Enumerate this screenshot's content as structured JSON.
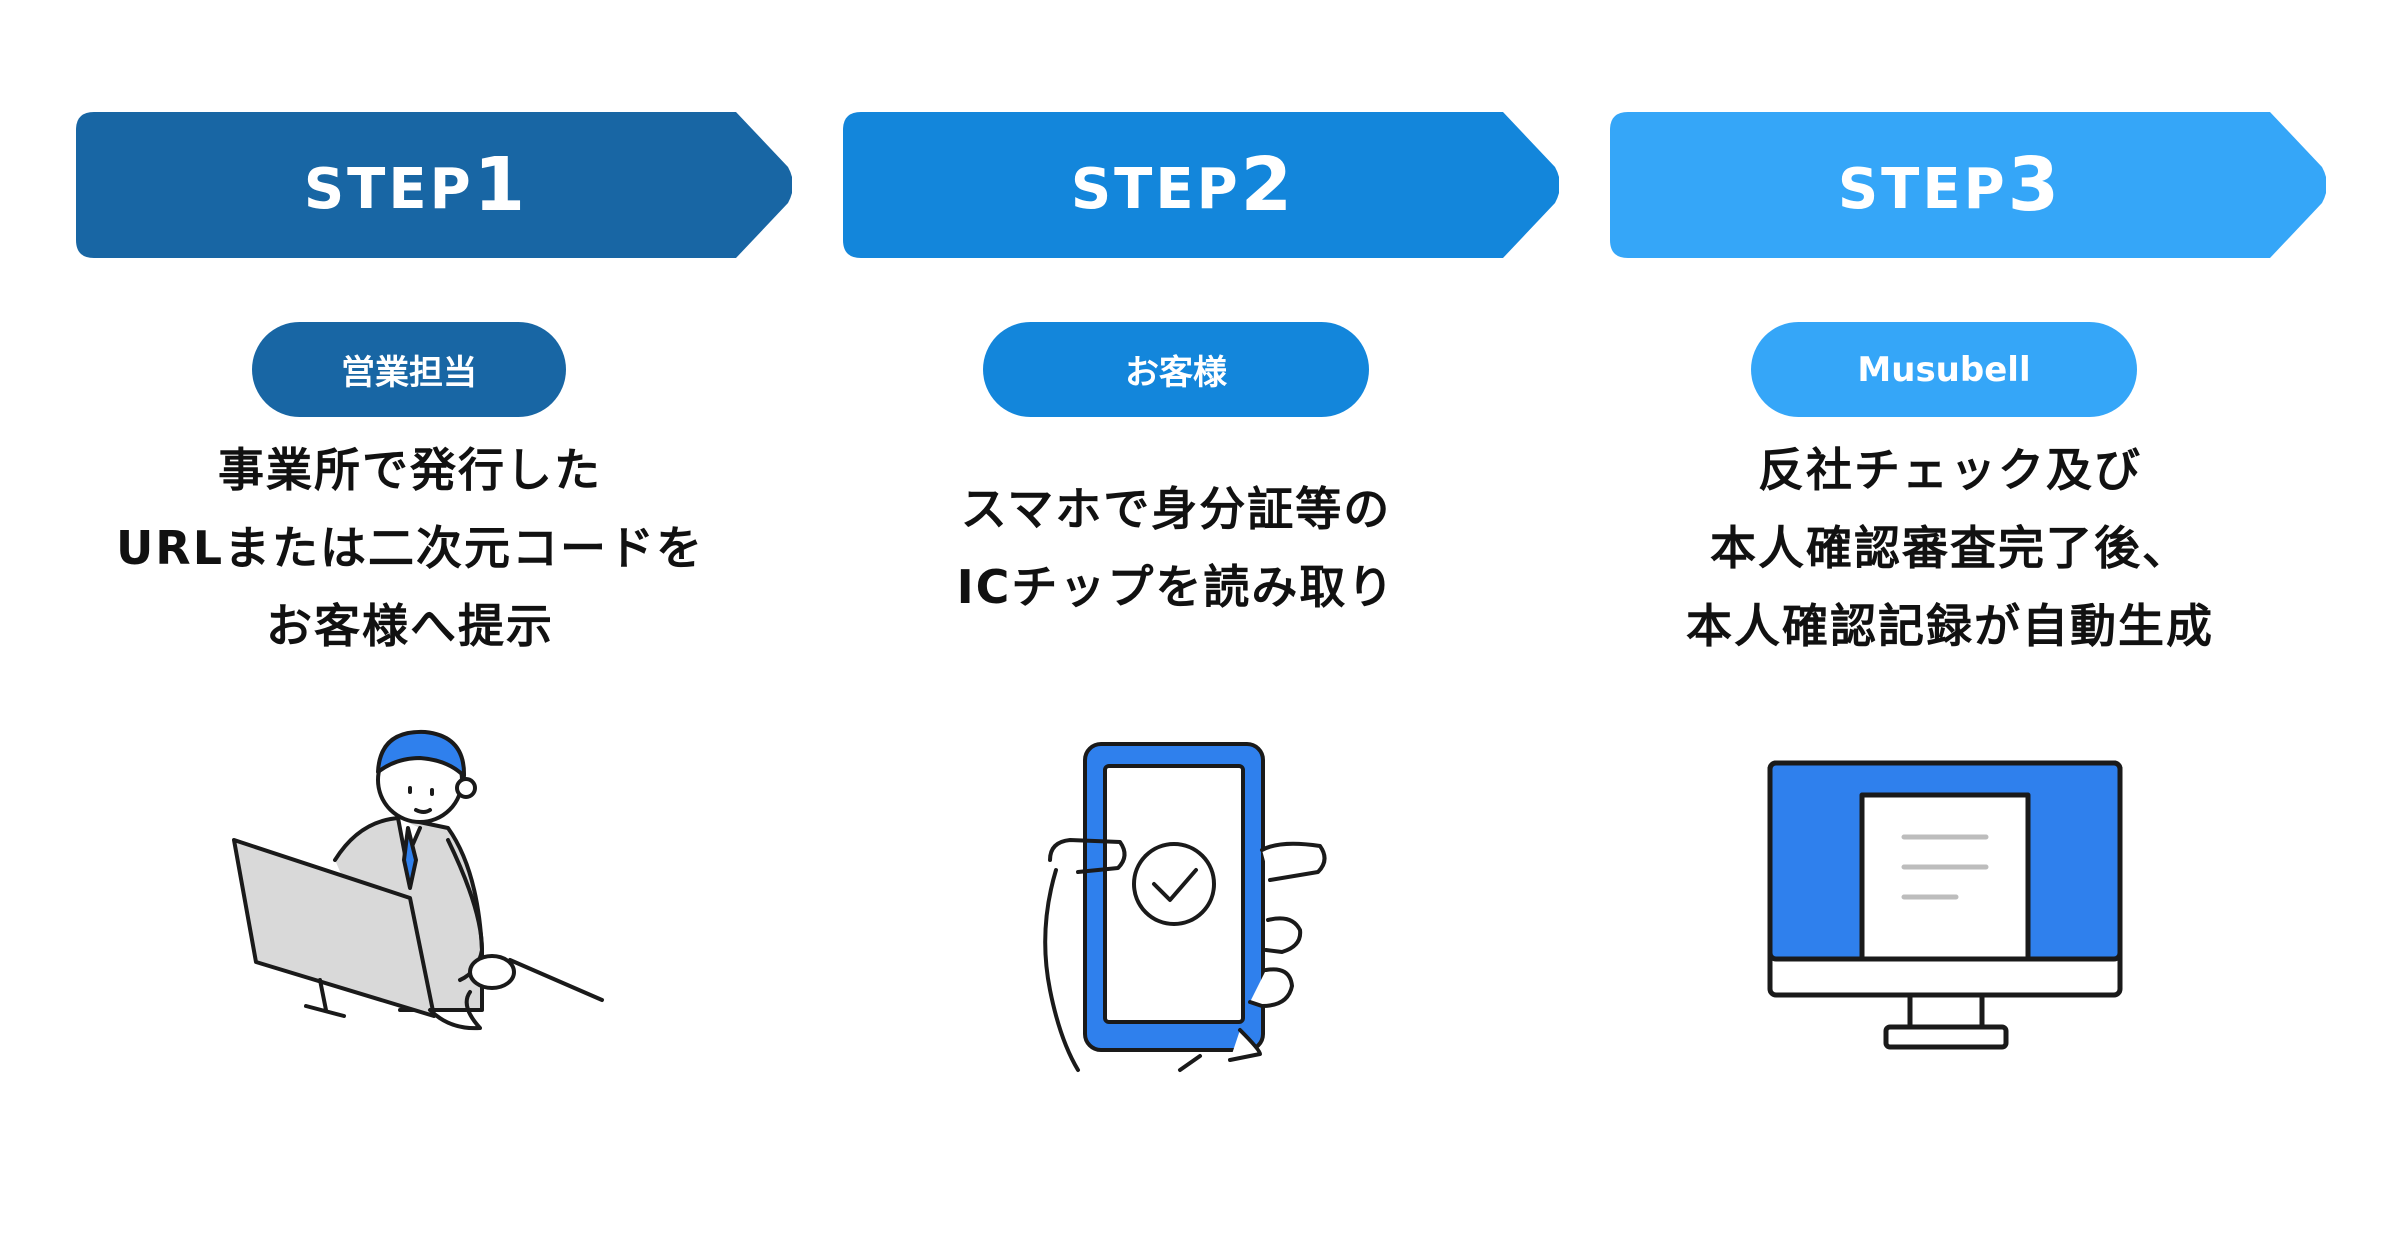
{
  "steps": [
    {
      "step_word": "STEP",
      "step_number": "1",
      "actor": "営業担当",
      "description_lines": [
        "事業所で発行した",
        "URLまたは二次元コードを",
        "お客様へ提示"
      ],
      "color": "#1866A4",
      "illustration": "salesperson-at-monitor"
    },
    {
      "step_word": "STEP",
      "step_number": "2",
      "actor": "お客様",
      "description_lines": [
        "スマホで身分証等の",
        "ICチップを読み取り"
      ],
      "color": "#1386DB",
      "illustration": "hand-holding-smartphone-checkmark"
    },
    {
      "step_word": "STEP",
      "step_number": "3",
      "actor": "Musubell",
      "description_lines": [
        "反社チェック及び",
        "本人確認審査完了後、",
        "本人確認記録が自動生成"
      ],
      "color": "#35A6F8",
      "illustration": "monitor-with-document"
    }
  ],
  "colors": {
    "illustration_blue": "#2F80ED",
    "outline": "#1A1A1A",
    "screen_gray": "#D9D9D9"
  }
}
